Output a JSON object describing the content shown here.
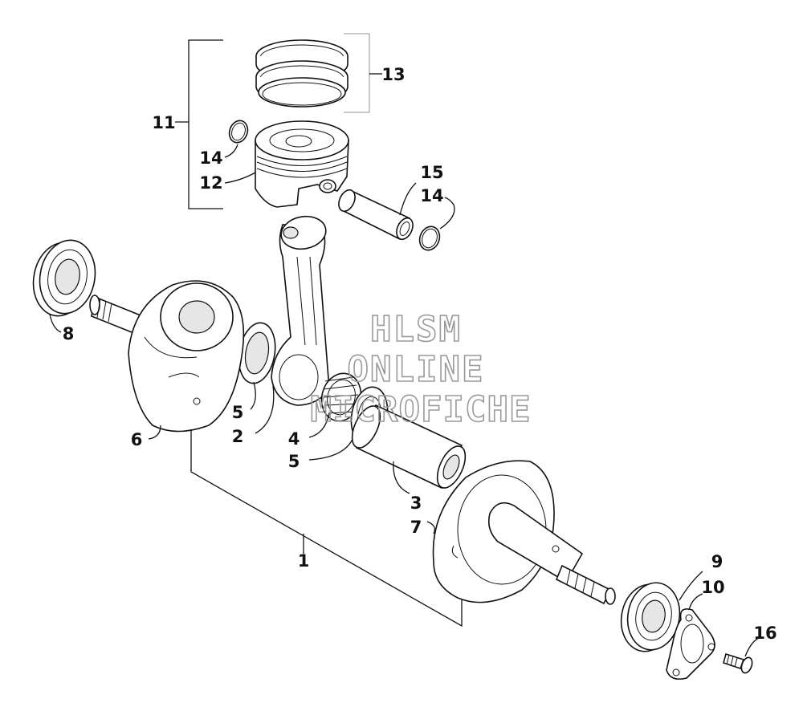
{
  "labels": {
    "l1": "1",
    "l2": "2",
    "l3": "3",
    "l4": "4",
    "l5a": "5",
    "l5b": "5",
    "l6": "6",
    "l7": "7",
    "l8": "8",
    "l9": "9",
    "l10": "10",
    "l11": "11",
    "l12": "12",
    "l13": "13",
    "l14a": "14",
    "l14b": "14",
    "l15": "15",
    "l16": "16"
  },
  "watermark": {
    "line1": "HLSM",
    "line2": "ONLINE",
    "line3": "MICROFICHE"
  }
}
